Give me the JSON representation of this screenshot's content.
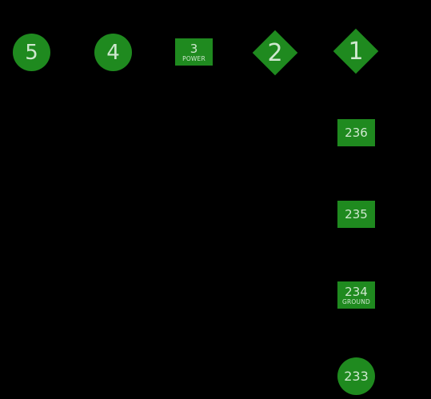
{
  "colors": {
    "background": "#000000",
    "pin_fill": "#1f8a1f",
    "pin_text": "#cfe8cf"
  },
  "pins": {
    "p5": {
      "number": "5",
      "shape": "circle"
    },
    "p4": {
      "number": "4",
      "shape": "circle"
    },
    "p3": {
      "number": "3",
      "label": "POWER",
      "shape": "square"
    },
    "p2": {
      "number": "2",
      "shape": "diamond"
    },
    "p1": {
      "number": "1",
      "shape": "diamond"
    },
    "p236": {
      "number": "236",
      "shape": "square"
    },
    "p235": {
      "number": "235",
      "shape": "square"
    },
    "p234": {
      "number": "234",
      "label": "GROUND",
      "shape": "square"
    },
    "p233": {
      "number": "233",
      "shape": "circle"
    }
  }
}
